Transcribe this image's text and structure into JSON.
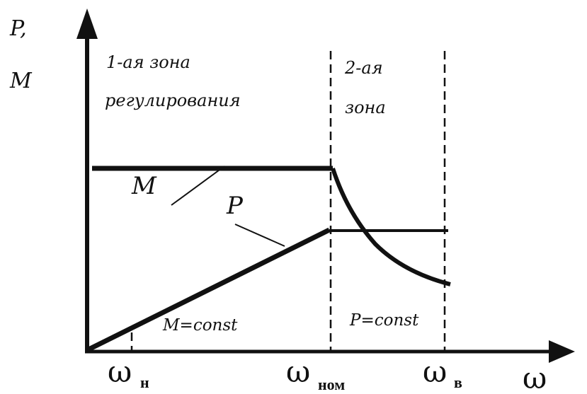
{
  "axes": {
    "y_label_line1": "P,",
    "y_label_line2": "M",
    "x_label": "ω"
  },
  "ticks": [
    {
      "symbol": "ω",
      "sub": "н"
    },
    {
      "symbol": "ω",
      "sub": "ном"
    },
    {
      "symbol": "ω",
      "sub": "в"
    }
  ],
  "zones": {
    "zone1_line1": "1-ая зона",
    "zone1_line2": "регулирования",
    "zone2_line1": "2-ая",
    "zone2_line2": "зона"
  },
  "curves": {
    "torque_label": "M",
    "power_label": "P"
  },
  "annotations": {
    "zone1_condition": "M=const",
    "zone2_condition": "P=const"
  },
  "colors": {
    "ink": "#111111",
    "background": "#ffffff"
  }
}
